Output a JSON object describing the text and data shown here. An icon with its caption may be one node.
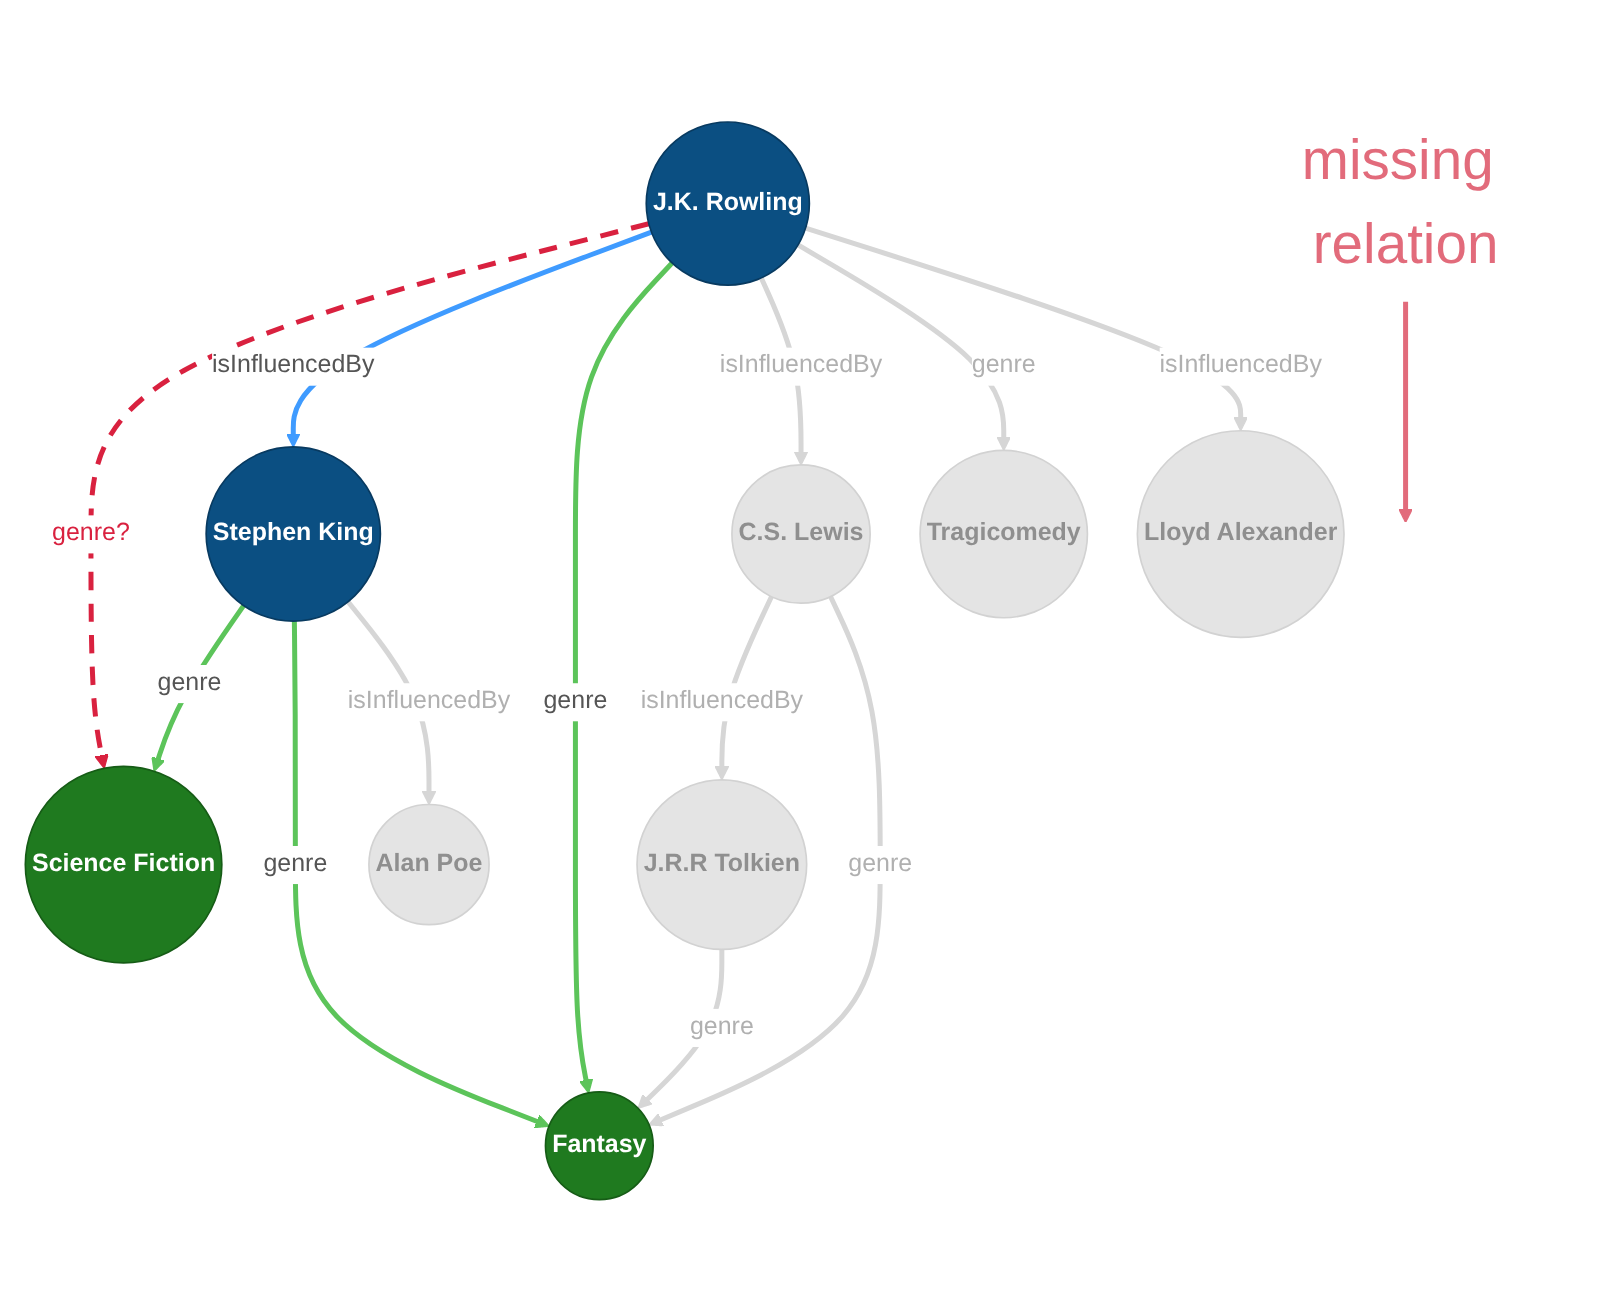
{
  "diagram": {
    "nodes": [
      {
        "text": [
          "missing relation"
        ]
      },
      {
        "text": [
          "J.R.R Tolkien"
        ]
      },
      {
        "text": [
          "Science Fiction"
        ]
      },
      {
        "text": [
          "Fantasy"
        ]
      },
      {
        "text": [
          "Stephen King"
        ]
      },
      {
        "text": [
          "J.K. Rowling"
        ]
      },
      {
        "text": [
          "C.S. Lewis"
        ]
      },
      {
        "text": [
          "Tragicomedy"
        ]
      },
      {
        "text": [
          "Lloyd Alexander"
        ]
      },
      {
        "text": [
          "Alan Poe"
        ]
      }
    ],
    "edges": [
      {
        "from": 0,
        "to": null,
        "arrow": "to",
        "color": "#e26b7b"
      },
      {
        "from": 5,
        "to": 2,
        "arrow": "to",
        "label": "genre?",
        "style": "dashed",
        "color": "#d9213f"
      },
      {
        "from": 4,
        "to": 2,
        "arrow": "to",
        "label": "genre",
        "color": "#5cc45a"
      },
      {
        "from": 4,
        "to": 3,
        "arrow": "to",
        "label": "genre",
        "color": "#5cc45a"
      },
      {
        "from": 5,
        "to": 4,
        "arrow": "to",
        "label": "isInfluencedBy",
        "color": "#3f9bff"
      },
      {
        "from": 5,
        "to": 3,
        "arrow": "to",
        "label": "genre",
        "color": "#5cc45a"
      },
      {
        "from": 1,
        "to": 3,
        "arrow": "to",
        "label": "genre"
      },
      {
        "from": 6,
        "to": 1,
        "arrow": "to",
        "label": "isInfluencedBy"
      },
      {
        "from": 6,
        "to": 3,
        "arrow": "to",
        "label": "genre"
      },
      {
        "from": 5,
        "to": 6,
        "arrow": "to",
        "label": "isInfluencedBy"
      },
      {
        "from": 5,
        "to": 7,
        "arrow": "to",
        "label": "genre"
      },
      {
        "from": 5,
        "to": 8,
        "arrow": "to",
        "label": "isInfluencedBy"
      },
      {
        "from": 4,
        "to": 9,
        "arrow": "to",
        "label": "isInfluencedBy"
      }
    ]
  }
}
